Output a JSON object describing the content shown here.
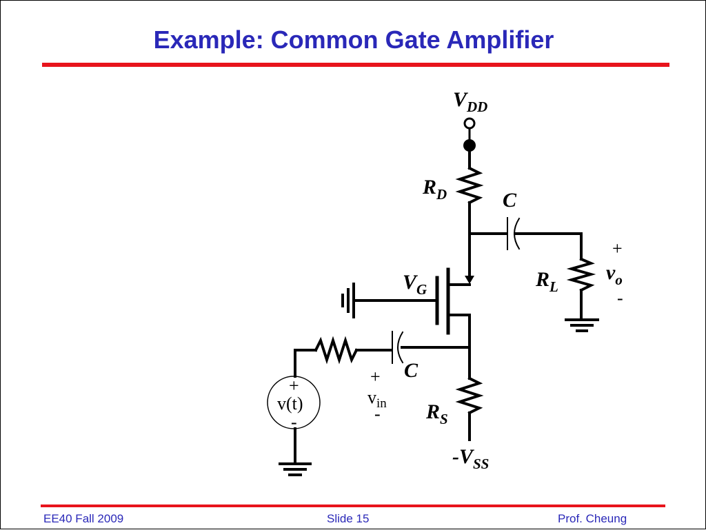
{
  "slide": {
    "title": "Example: Common Gate Amplifier",
    "footer_left": "EE40 Fall 2009",
    "footer_center": "Slide 15",
    "footer_right": "Prof. Cheung"
  },
  "diagram": {
    "vdd": {
      "main": "V",
      "sub": "DD"
    },
    "rd": {
      "main": "R",
      "sub": "D"
    },
    "c_top": "C",
    "c_bottom": "C",
    "rl": {
      "main": "R",
      "sub": "L"
    },
    "vo": {
      "plus": "+",
      "main": "v",
      "sub": "o",
      "minus": "-"
    },
    "vg": {
      "main": "V",
      "sub": "G"
    },
    "rs": {
      "main": "R",
      "sub": "S"
    },
    "vss": {
      "main": "-V",
      "sub": "SS"
    },
    "vin": {
      "plus": "+",
      "main": "v",
      "sub": "in",
      "minus": "-"
    },
    "source": {
      "plus": "+",
      "label": "v(t)",
      "minus": "-"
    }
  }
}
